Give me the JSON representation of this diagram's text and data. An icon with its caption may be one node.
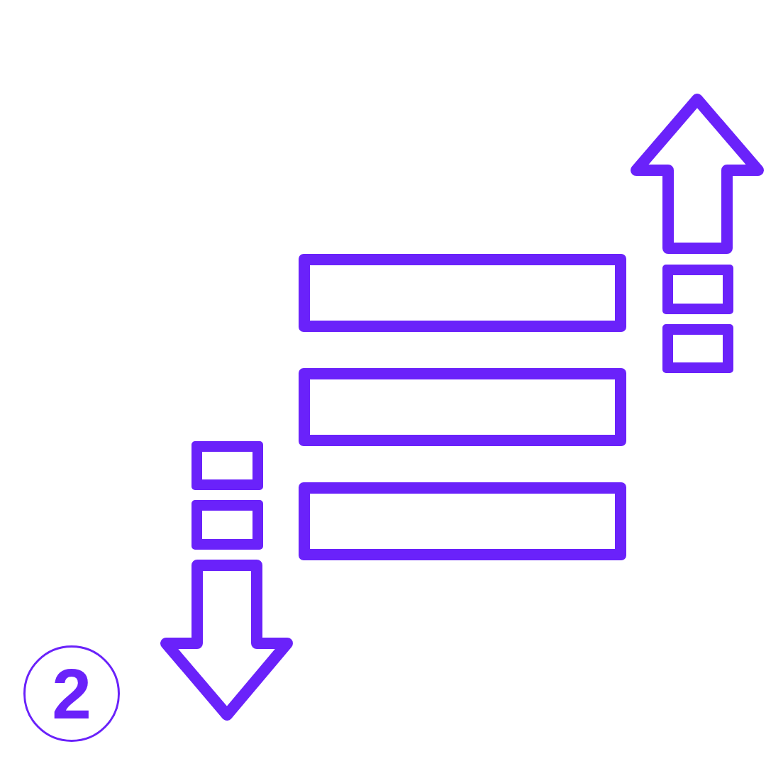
{
  "diagram": {
    "nodes": [
      {
        "text": [],
        "shape": "bar"
      },
      {
        "text": [],
        "shape": "bar"
      },
      {
        "text": [],
        "shape": "bar"
      },
      {
        "text": [],
        "shape": "box"
      },
      {
        "text": [],
        "shape": "box"
      },
      {
        "text": [],
        "shape": "box"
      },
      {
        "text": [],
        "shape": "box"
      },
      {
        "text": [
          "2"
        ]
      }
    ]
  }
}
